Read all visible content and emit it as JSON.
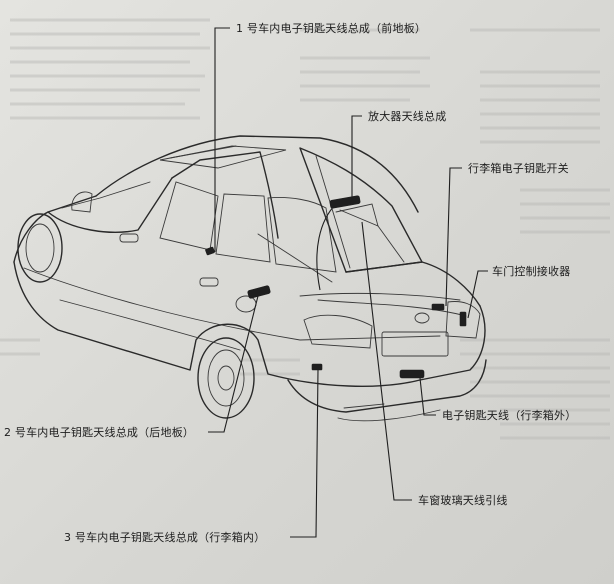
{
  "callouts": {
    "front_floor": "1 号车内电子钥匙天线总成（前地板）",
    "amplifier": "放大器天线总成",
    "trunk_switch": "行李箱电子钥匙开关",
    "door_receiver": "车门控制接收器",
    "trunk_outer": "电子钥匙天线（行李箱外）",
    "rear_floor": "2 号车内电子钥匙天线总成（后地板）",
    "window_lead": "车窗玻璃天线引线",
    "trunk_inner": "3 号车内电子钥匙天线总成（行李箱内）"
  }
}
